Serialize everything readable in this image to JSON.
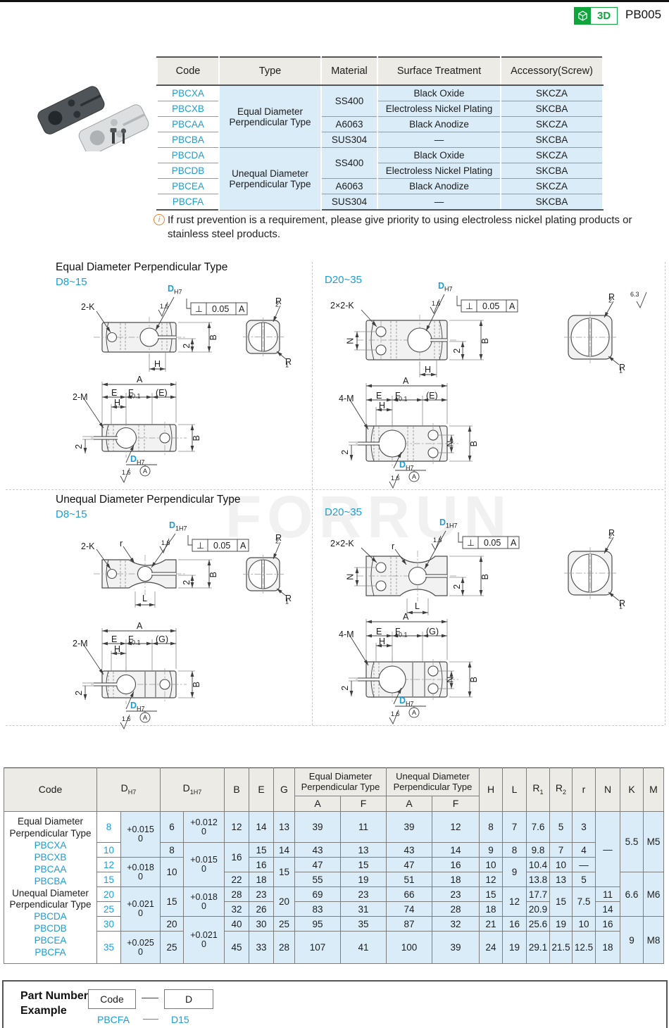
{
  "page": {
    "code": "PB005",
    "badge": "3D"
  },
  "note": {
    "icon": "i",
    "text": "If rust prevention is a requirement, please give priority to using electroless nickel plating products or stainless steel products."
  },
  "watermark": "FORRUN",
  "spec_table": {
    "headers": [
      "Code",
      "Type",
      "Material",
      "Surface Treatment",
      "Accessory(Screw)"
    ],
    "groups": [
      {
        "type": "Equal Diameter Perpendicular Type",
        "rows": [
          {
            "code": "PBCXA",
            "material": "SS400",
            "surface": "Black Oxide",
            "screw": "SKCZA"
          },
          {
            "code": "PBCXB",
            "material": "SS400",
            "surface": "Electroless Nickel Plating",
            "screw": "SKCBA"
          },
          {
            "code": "PBCAA",
            "material": "A6063",
            "surface": "Black Anodize",
            "screw": "SKCZA"
          },
          {
            "code": "PBCBA",
            "material": "SUS304",
            "surface": "—",
            "screw": "SKCBA"
          }
        ]
      },
      {
        "type": "Unequal Diameter Perpendicular Type",
        "rows": [
          {
            "code": "PBCDA",
            "material": "SS400",
            "surface": "Black Oxide",
            "screw": "SKCZA"
          },
          {
            "code": "PBCDB",
            "material": "SS400",
            "surface": "Electroless Nickel Plating",
            "screw": "SKCBA"
          },
          {
            "code": "PBCEA",
            "material": "A6063",
            "surface": "Black Anodize",
            "screw": "SKCZA"
          },
          {
            "code": "PBCFA",
            "material": "SUS304",
            "surface": "—",
            "screw": "SKCBA"
          }
        ]
      }
    ]
  },
  "drawings": {
    "eq_title": "Equal Diameter Perpendicular Type",
    "un_title": "Unequal Diameter Perpendicular Type",
    "range_small": "D8~15",
    "range_large": "D20~35",
    "labels": {
      "k2": "2-K",
      "k22": "2×2-K",
      "m2": "2-M",
      "m4": "4-M",
      "A": "A",
      "B": "B",
      "E": "E",
      "F": "F",
      "Ftol": "±0.1",
      "Ep": "(E)",
      "Gp": "(G)",
      "H": "H",
      "L": "L",
      "N": "N",
      "two": "2",
      "r": "r",
      "R": "R",
      "R1s": "1",
      "R2s": "2",
      "D": "D",
      "DH7s": "H7",
      "D1H7s": "1H7",
      "perp": "⊥",
      "tol": "0.05",
      "datum": "A",
      "rough": "1.6",
      "rough_general": "6.3"
    }
  },
  "dim_table": {
    "head": {
      "code": "Code",
      "d": "D",
      "d_sub": "H7",
      "d1": "D",
      "d1_sub": "1H7",
      "b": "B",
      "e": "E",
      "g": "G",
      "eq1": "Equal Diameter",
      "eq2": "Perpendicular Type",
      "un1": "Unequal Diameter",
      "un2": "Perpendicular Type",
      "a": "A",
      "f": "F",
      "h": "H",
      "l": "L",
      "r": "R",
      "r1_sub": "1",
      "r2_sub": "2",
      "rr": "r",
      "n": "N",
      "k": "K",
      "m": "M"
    },
    "code_col": {
      "g1_1": "Equal Diameter",
      "g1_2": "Perpendicular Type",
      "g1_codes": [
        "PBCXA",
        "PBCXB",
        "PBCAA",
        "PBCBA"
      ],
      "g2_1": "Unequal Diameter",
      "g2_2": "Perpendicular Type",
      "g2_codes": [
        "PBCDA",
        "PBCDB",
        "PBCEA",
        "PBCFA"
      ]
    },
    "d_vals": [
      "8",
      "10",
      "12",
      "15",
      "20",
      "25",
      "30",
      "35"
    ],
    "d_tols": [
      [
        "+0.015",
        "0"
      ],
      [
        "+0.018",
        "0"
      ],
      [
        "+0.021",
        "0"
      ],
      [
        "+0.025",
        "0"
      ]
    ],
    "d1_vals": [
      "6",
      "8",
      "10",
      "15",
      "20",
      "25"
    ],
    "d1_tols": [
      [
        "+0.012",
        "0"
      ],
      [
        "+0.015",
        "0"
      ],
      [
        "+0.018",
        "0"
      ],
      [
        "+0.021",
        "0"
      ]
    ],
    "b": [
      "12",
      "16",
      "22",
      "28",
      "32",
      "40",
      "45"
    ],
    "e": [
      "14",
      "15",
      "16",
      "18",
      "23",
      "26",
      "30",
      "33"
    ],
    "g": [
      "13",
      "14",
      "15",
      "20",
      "25",
      "28"
    ],
    "eq_a": [
      "39",
      "43",
      "47",
      "55",
      "69",
      "83",
      "95",
      "107"
    ],
    "eq_f": [
      "11",
      "13",
      "15",
      "19",
      "23",
      "31",
      "35",
      "41"
    ],
    "un_a": [
      "39",
      "43",
      "47",
      "51",
      "66",
      "74",
      "87",
      "100"
    ],
    "un_f": [
      "12",
      "14",
      "16",
      "18",
      "23",
      "28",
      "32",
      "39"
    ],
    "h": [
      "8",
      "9",
      "10",
      "12",
      "15",
      "18",
      "21",
      "24"
    ],
    "l": [
      "7",
      "8",
      "9",
      "12",
      "16",
      "19"
    ],
    "r1": [
      "7.6",
      "9.8",
      "10.4",
      "13.8",
      "17.7",
      "20.9",
      "25.6",
      "29.1"
    ],
    "r2": [
      "5",
      "7",
      "10",
      "13",
      "15",
      "19",
      "21.5"
    ],
    "r": [
      "3",
      "4",
      "—",
      "5",
      "7.5",
      "10",
      "12.5"
    ],
    "n": [
      "—",
      "11",
      "14",
      "16",
      "18"
    ],
    "k": [
      "5.5",
      "6.6",
      "9"
    ],
    "m": [
      "M5",
      "M6",
      "M8"
    ]
  },
  "part_number": {
    "title1": "Part Number",
    "title2": "Example",
    "code_box": "Code",
    "d_box": "D",
    "example_code": "PBCFA",
    "example_d": "D15"
  }
}
